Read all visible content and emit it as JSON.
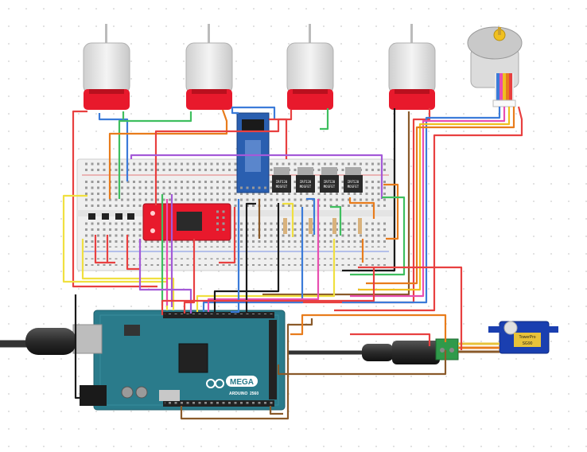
{
  "board": {
    "brand": "ARDUINO",
    "model": "MEGA",
    "revision": "2560"
  },
  "mosfets": [
    {
      "line1": "IRF520",
      "line2": "MOSFET"
    },
    {
      "line1": "IRF520",
      "line2": "MOSFET"
    },
    {
      "line1": "IRF520",
      "line2": "MOSFET"
    },
    {
      "line1": "IRF520",
      "line2": "MOSFET"
    }
  ],
  "servo": {
    "brand": "TowerPro",
    "model": "SG90"
  },
  "colors": {
    "motor_body": "#e3e3e3",
    "motor_cap": "#e8192c",
    "arduino": "#2a7b8b",
    "breadboard": "#efefef",
    "driver_board": "#e8192c",
    "wifi_module": "#2a5fb0",
    "servo": "#1a3fb0",
    "stepper": "#f0c020"
  }
}
